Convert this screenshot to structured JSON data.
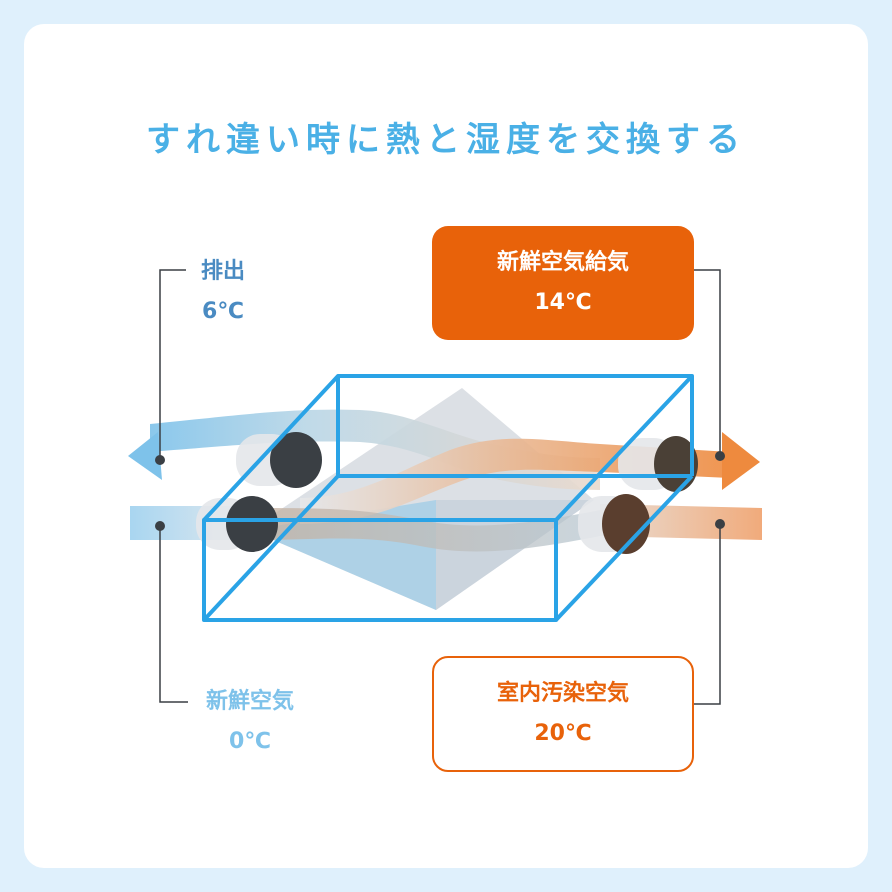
{
  "title": "すれ違い時に熱と湿度を交換する",
  "labels": {
    "exhaust": {
      "name": "排出",
      "temp": "6℃"
    },
    "supply": {
      "name": "新鮮空気給気",
      "temp": "14℃"
    },
    "fresh": {
      "name": "新鮮空気",
      "temp": "0℃"
    },
    "indoor": {
      "name": "室内汚染空気",
      "temp": "20℃"
    }
  },
  "colors": {
    "background": "#dff0fc",
    "title": "#4ab0e6",
    "cool_air": "#7ec2ea",
    "exhaust_text": "#4a8bc2",
    "warm_air": "#e8620a",
    "box_outline": "#2aa3e6"
  }
}
